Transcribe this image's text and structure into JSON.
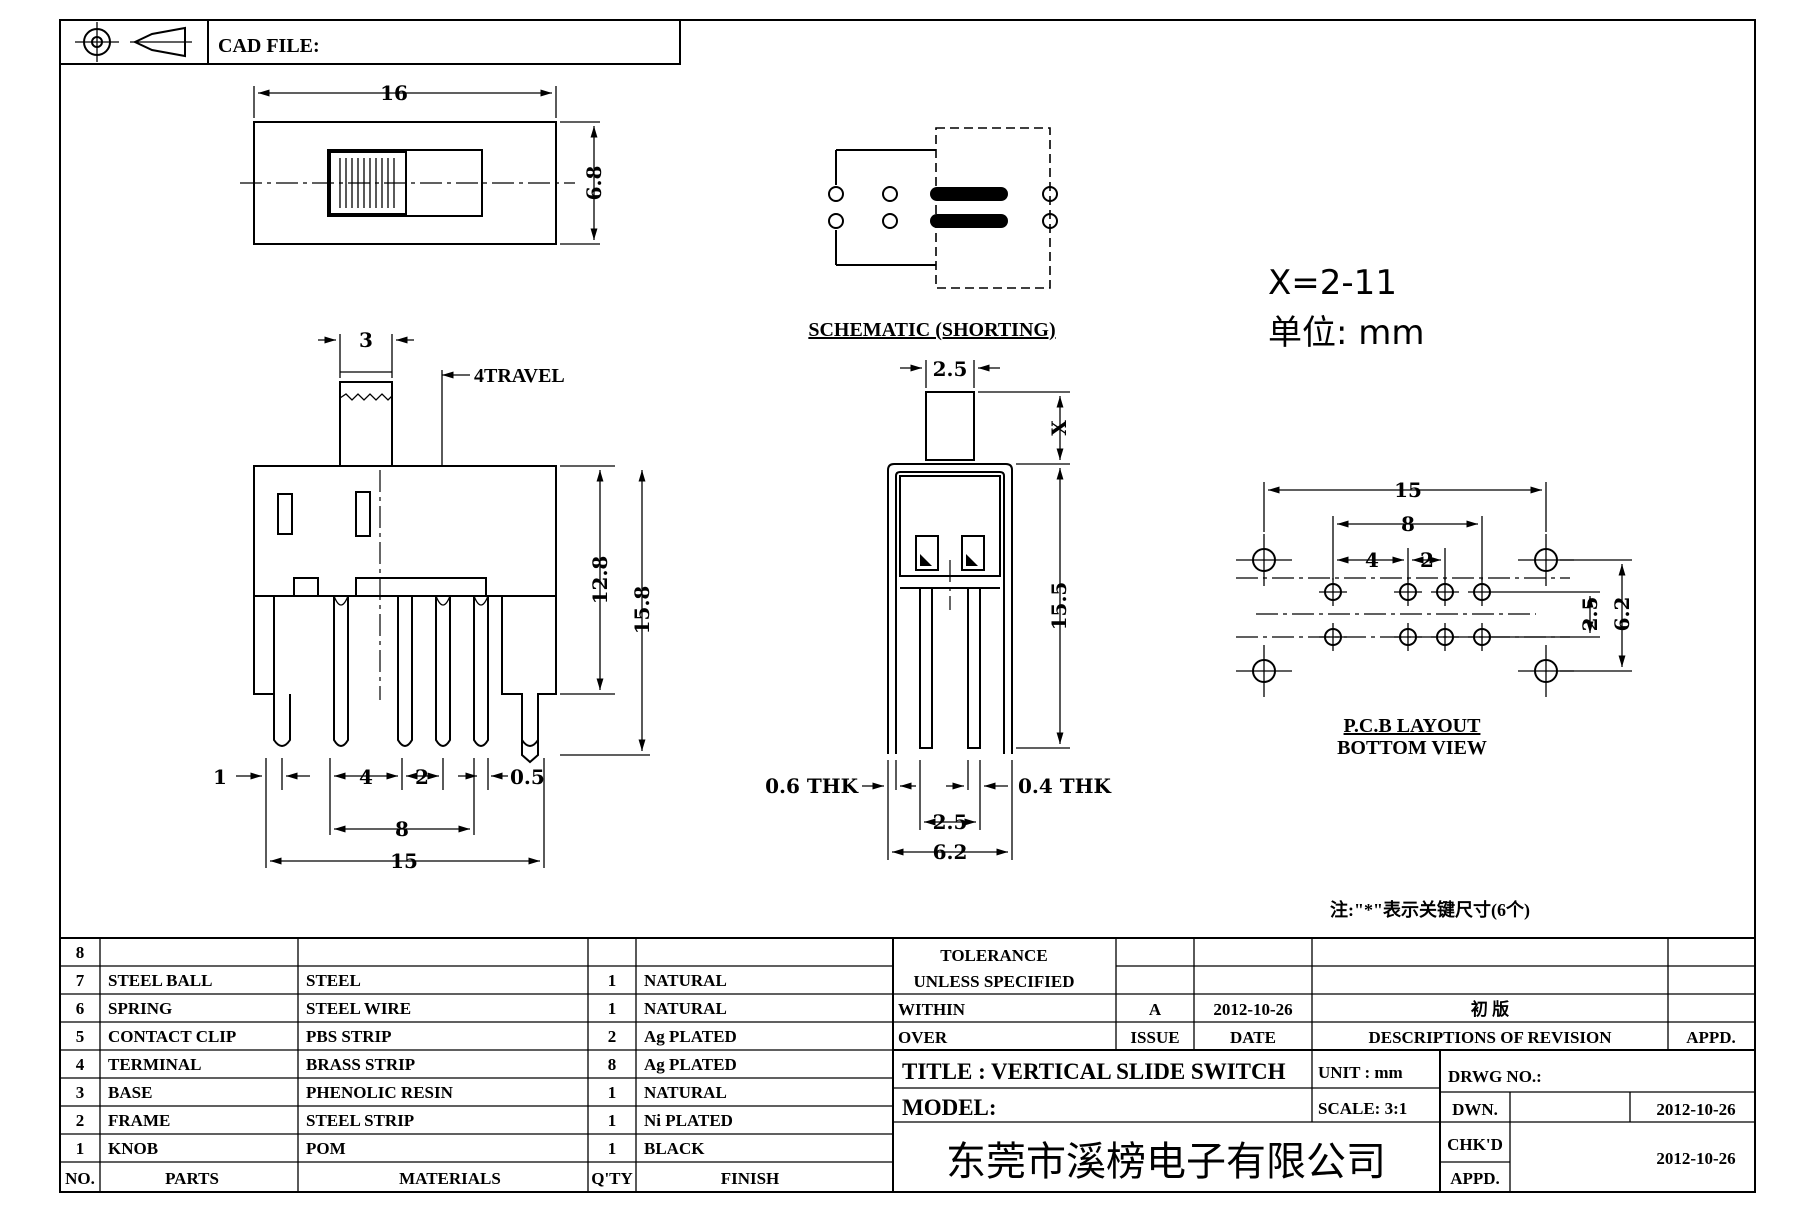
{
  "header": {
    "cad_file_label": "CAD FILE:"
  },
  "front_view": {
    "dims": {
      "width_top": "16",
      "height_top": "6.8",
      "knob_w": "3",
      "travel": "4TRAVEL",
      "h_body": "12.8",
      "h_total": "15.8",
      "d1": "1",
      "d4": "4",
      "d2": "2",
      "d05": "0.5",
      "d8": "8",
      "d15": "15"
    }
  },
  "schematic": {
    "caption": "SCHEMATIC (SHORTING)"
  },
  "side_view": {
    "dims": {
      "top_w": "2.5",
      "x": "X",
      "h": "15.5",
      "thk06": "0.6 THK",
      "thk04": "0.4 THK",
      "pitch": "2.5",
      "width": "6.2"
    }
  },
  "spec": {
    "x_range": "X=2-11",
    "unit": "单位: mm"
  },
  "pcb": {
    "dims": {
      "d15": "15",
      "d8": "8",
      "d4": "4",
      "d2": "2",
      "d25": "2.5",
      "d62": "6.2"
    },
    "caption_1": "P.C.B LAYOUT",
    "caption_2": "BOTTOM VIEW"
  },
  "note": "注:\"*\"表示关键尺寸(6个)",
  "bom": {
    "headers": {
      "no": "NO.",
      "parts": "PARTS",
      "materials": "MATERIALS",
      "qty": "Q'TY",
      "finish": "FINISH"
    },
    "rows": [
      {
        "no": "8",
        "part": "",
        "material": "",
        "qty": "",
        "finish": ""
      },
      {
        "no": "7",
        "part": "STEEL BALL",
        "material": "STEEL",
        "qty": "1",
        "finish": "NATURAL"
      },
      {
        "no": "6",
        "part": "SPRING",
        "material": "STEEL WIRE",
        "qty": "1",
        "finish": "NATURAL"
      },
      {
        "no": "5",
        "part": "CONTACT CLIP",
        "material": "PBS STRIP",
        "qty": "2",
        "finish": "Ag PLATED"
      },
      {
        "no": "4",
        "part": "TERMINAL",
        "material": "BRASS STRIP",
        "qty": "8",
        "finish": "Ag PLATED"
      },
      {
        "no": "3",
        "part": "BASE",
        "material": "PHENOLIC RESIN",
        "qty": "1",
        "finish": "NATURAL"
      },
      {
        "no": "2",
        "part": "FRAME",
        "material": "STEEL STRIP",
        "qty": "1",
        "finish": "Ni PLATED"
      },
      {
        "no": "1",
        "part": "KNOB",
        "material": "POM",
        "qty": "1",
        "finish": "BLACK"
      }
    ]
  },
  "tolerance": {
    "line1": "TOLERANCE",
    "line2": "UNLESS  SPECIFIED",
    "within": "WITHIN",
    "over": "OVER"
  },
  "revision": {
    "issue_value": "A",
    "date_value": "2012-10-26",
    "description_value": "初 版",
    "issue_label": "ISSUE",
    "date_label": "DATE",
    "desc_label": "DESCRIPTIONS OF REVISION",
    "appd_label": "APPD."
  },
  "titleblock": {
    "title": "TITLE :  VERTICAL SLIDE SWITCH",
    "unit": "UNIT :  mm",
    "drwg_no": "DRWG NO.:",
    "model": "MODEL:",
    "scale": "SCALE:  3:1",
    "dwn": "DWN.",
    "dwn_date": "2012-10-26",
    "chkd": "CHK'D",
    "appd": "APPD.",
    "chk_date": "2012-10-26",
    "company": "东莞市溪榜电子有限公司"
  }
}
